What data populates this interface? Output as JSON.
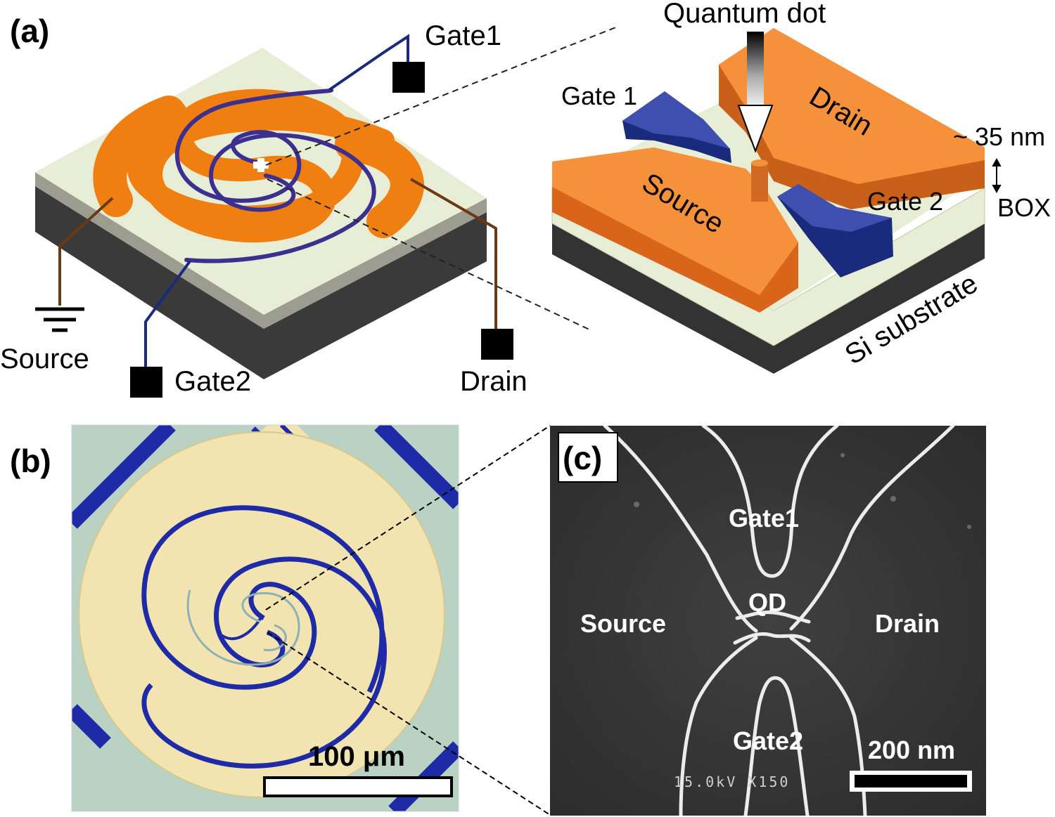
{
  "panel_a": {
    "label": "(a)",
    "chip_terminals": {
      "gate1": "Gate1",
      "source": "Source",
      "gate2": "Gate2",
      "drain": "Drain"
    },
    "device": {
      "quantum_dot": "Quantum dot",
      "gate1": "Gate 1",
      "drain": "Drain",
      "thickness": "~ 35 nm",
      "source": "Source",
      "gate2": "Gate 2",
      "box": "BOX",
      "substrate": "Si substrate"
    }
  },
  "panel_b": {
    "label": "(b)",
    "scale_bar": "100 μm"
  },
  "panel_c": {
    "label": "(c)",
    "gate1": "Gate1",
    "qd": "QD",
    "source": "Source",
    "drain": "Drain",
    "gate2": "Gate2",
    "scale_bar": "200 nm",
    "meta": "15.0kV  X150"
  },
  "colors": {
    "orange": "#f07f12",
    "purple": "#3d2f8f",
    "navy": "#1a2a7c",
    "substrate": "#e8eed6",
    "optical_bg": "#b9d2c3",
    "optical_metal": "#f1e4b1",
    "optical_gate": "#1e2aa6",
    "sem_bg": "#3a3a3a"
  }
}
